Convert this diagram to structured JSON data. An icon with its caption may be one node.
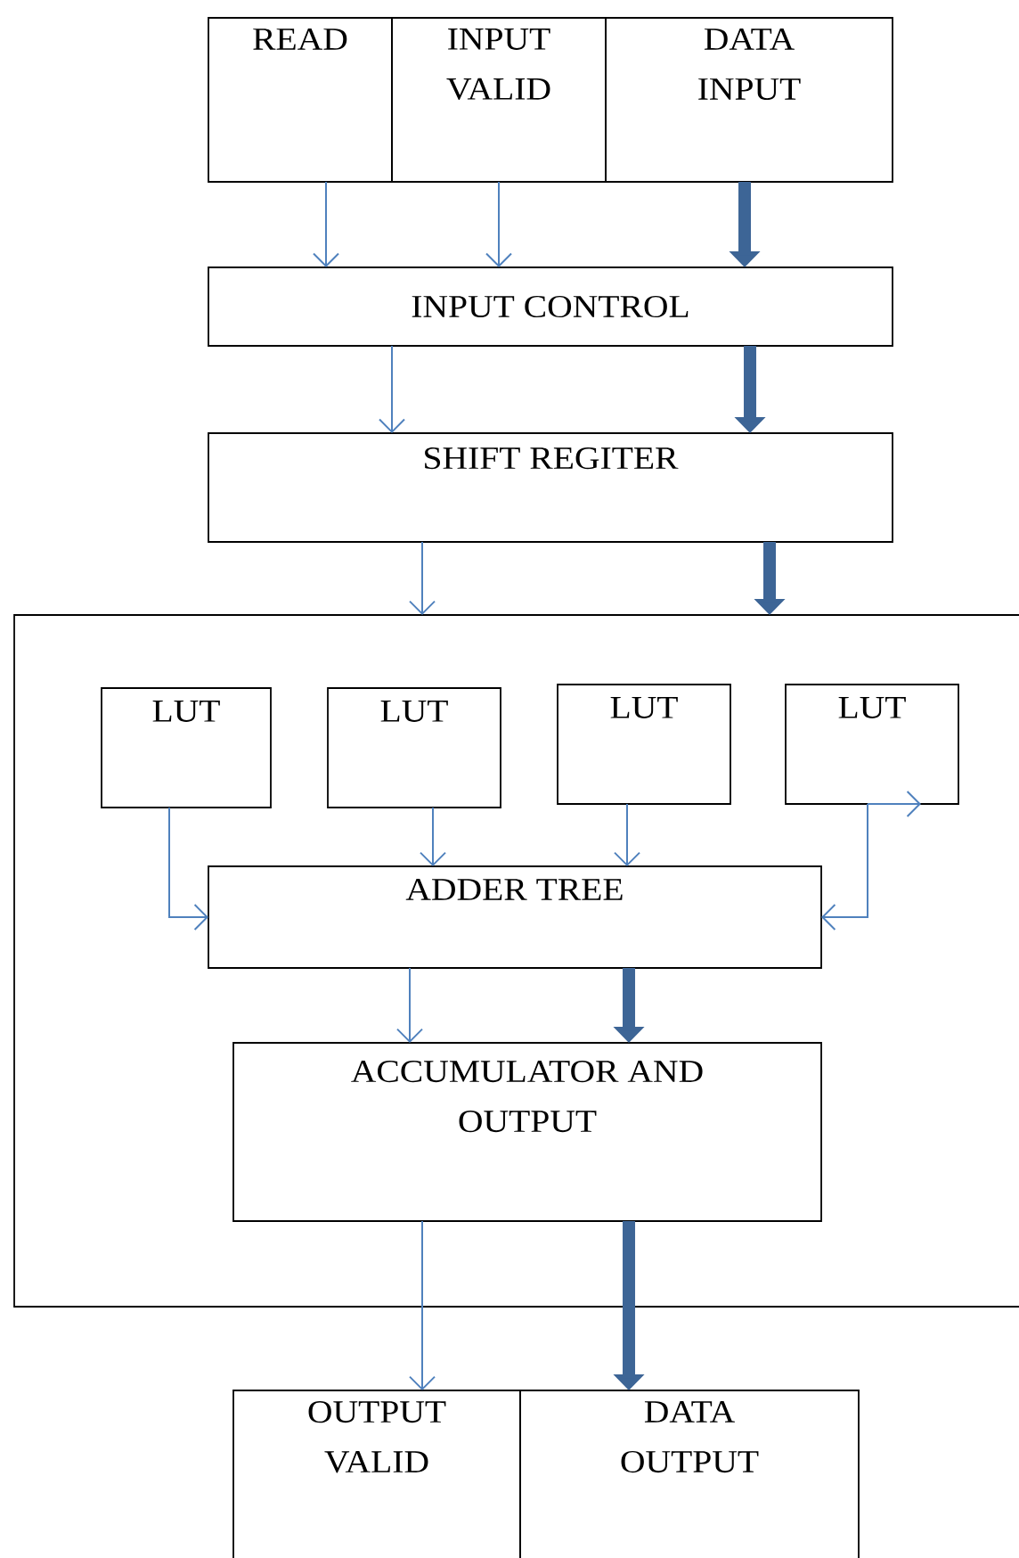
{
  "diagram": {
    "nodes": [
      {
        "text": [
          "READ"
        ]
      },
      {
        "text": [
          "INPUT VALID"
        ]
      },
      {
        "text": [
          "DATA INPUT"
        ]
      },
      {
        "text": [
          "INPUT CONTROL"
        ]
      },
      {
        "text": [
          "SHIFT REGITER"
        ]
      },
      {
        "text": [],
        "shape": "box"
      },
      {
        "text": [
          "LUT"
        ],
        "in": 5
      },
      {
        "text": [
          "LUT"
        ],
        "in": 5
      },
      {
        "text": [
          "LUT"
        ],
        "in": 5
      },
      {
        "text": [
          "LUT"
        ],
        "in": 5
      },
      {
        "text": [
          "ADDER TREE"
        ],
        "in": 5
      },
      {
        "text": [
          "ACCUMULATOR AND OUTPUT"
        ],
        "in": 5
      },
      {
        "text": [
          "OUTPUT VALID"
        ]
      },
      {
        "text": [
          "DATA OUTPUT"
        ]
      }
    ],
    "edges": [
      {
        "from": 0,
        "to": 3,
        "arrow": "to"
      },
      {
        "from": 1,
        "to": 3,
        "arrow": "to"
      },
      {
        "from": 2,
        "to": 3,
        "arrow": "to",
        "style": "thick",
        "color": "#3d6596"
      },
      {
        "from": 3,
        "to": 4,
        "arrow": "to"
      },
      {
        "from": 3,
        "to": 4,
        "arrow": "to",
        "style": "thick",
        "color": "#3d6596"
      },
      {
        "from": 4,
        "to": 5,
        "arrow": "to"
      },
      {
        "from": 4,
        "to": 5,
        "arrow": "to",
        "style": "thick",
        "color": "#3d6596"
      },
      {
        "from": 6,
        "to": 10,
        "arrow": "to"
      },
      {
        "from": 7,
        "to": 10,
        "arrow": "to"
      },
      {
        "from": 8,
        "to": 10,
        "arrow": "to"
      },
      {
        "from": 9,
        "to": 10,
        "arrow": "to"
      },
      {
        "from": 9,
        "to": null,
        "arrow": "to"
      },
      {
        "from": 10,
        "to": 11,
        "arrow": "to"
      },
      {
        "from": 10,
        "to": 11,
        "arrow": "to",
        "style": "thick",
        "color": "#3d6596"
      },
      {
        "from": 11,
        "to": 12,
        "arrow": "to"
      },
      {
        "from": 11,
        "to": 13,
        "arrow": "to",
        "style": "thick",
        "color": "#3d6596"
      }
    ]
  }
}
